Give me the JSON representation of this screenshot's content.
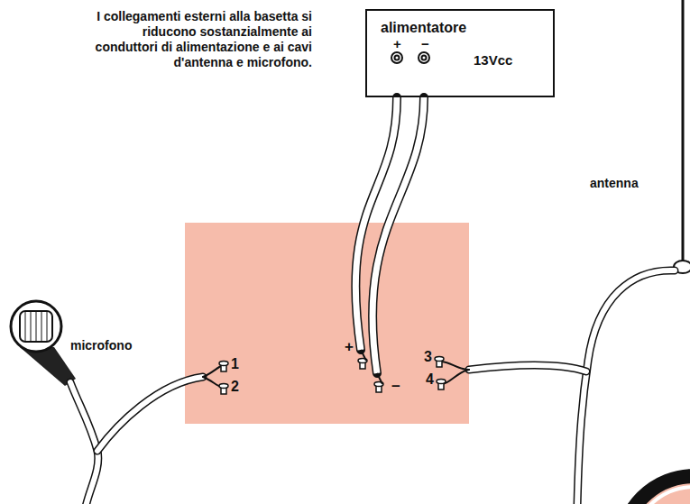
{
  "diagram": {
    "caption": "I collegamenti esterni alla basetta si riducono sostanzialmente ai conduttori di alimentazione e ai cavi d'antenna e microfono.",
    "nodes": [
      {
        "text": [
          "alimentatore",
          "+",
          "−",
          "13Vcc"
        ]
      },
      {
        "text": [
          "1",
          "2",
          "+",
          "−",
          "3",
          "4"
        ]
      }
    ],
    "edges": [
      {
        "from": 0,
        "to": 1,
        "arrow": "none"
      },
      {
        "from": 0,
        "to": 1,
        "arrow": "none"
      }
    ],
    "labels": [
      "microfono",
      "antenna"
    ]
  }
}
